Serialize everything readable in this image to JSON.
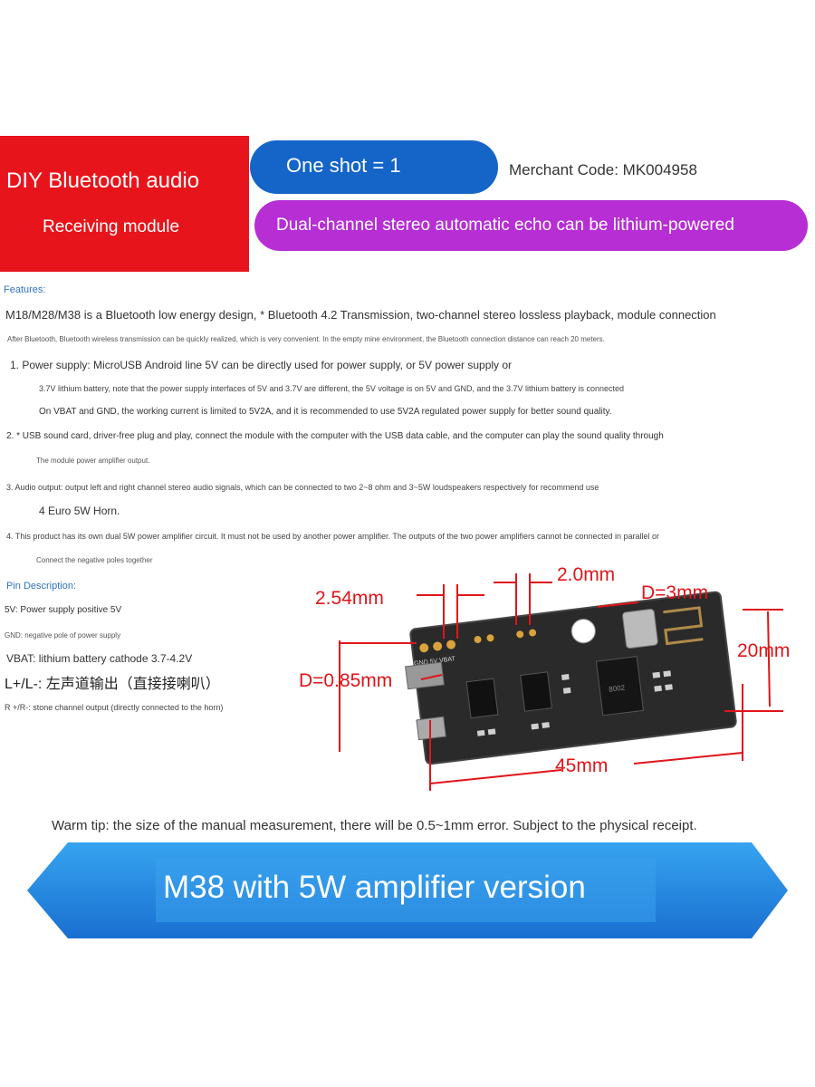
{
  "header": {
    "title": "DIY Bluetooth audio",
    "subtitle": "Receiving module",
    "shot_label": "One shot = 1",
    "merchant": "Merchant Code: MK004958",
    "tagline": "Dual-channel stereo automatic echo can be lithium-powered"
  },
  "features": {
    "heading": "Features:",
    "intro": "M18/M28/M38 is a Bluetooth low energy design, * Bluetooth 4.2 Transmission, two-channel stereo lossless playback, module connection",
    "intro2": "After Bluetooth, Bluetooth wireless transmission can be quickly realized, which is very convenient. In the empty mine environment, the Bluetooth connection distance can reach 20 meters.",
    "item1_a": "1. Power supply: MicroUSB Android line 5V can be directly used for power supply, or 5V power supply or",
    "item1_b": "3.7V lithium battery, note that the power supply interfaces of 5V and 3.7V are different, the 5V voltage is on 5V and GND, and the 3.7V lithium battery is connected",
    "item1_c": "On VBAT and GND, the working current is limited to 5V2A, and it is recommended to use 5V2A regulated power supply for better sound quality.",
    "item2_a": "2. * USB sound card, driver-free plug and play, connect the module with the computer with the USB data cable, and the computer can play the sound quality through",
    "item2_b": "The module power amplifier output.",
    "item3_a": "3. Audio output: output left and right channel stereo audio signals, which can be connected to two 2~8 ohm and 3~5W loudspeakers respectively for recommend use",
    "item3_b": "4 Euro 5W Horn.",
    "item4_a": "4. This product has its own dual 5W power amplifier circuit. It must not be used by another power amplifier. The outputs of the two power amplifiers cannot be connected in parallel or",
    "item4_b": "Connect the negative poles together"
  },
  "pins": {
    "heading": "Pin Description:",
    "p5v": "5V: Power supply positive 5V",
    "gnd": "GND: negative pole of power supply",
    "vbat": "VBAT: lithium battery cathode 3.7-4.2V",
    "lr_cn": "L+/L-: 左声道输出（直接接喇叭）",
    "rr": "R +/R-: stone channel output (directly connected to the horn)"
  },
  "dimensions": {
    "pitch": "2.54mm",
    "spacing": "2.0mm",
    "hole": "D=3mm",
    "height": "20mm",
    "pin_d": "D=0.85mm",
    "length": "45mm"
  },
  "board": {
    "chip_mark": "8002",
    "pin_labels": "GND 5V VBAT"
  },
  "warm_tip": "Warm tip: the size of the manual measurement, there will be 0.5~1mm error. Subject to the physical receipt.",
  "banner": "M38 with 5W amplifier version",
  "colors": {
    "red": "#e8141b",
    "blue": "#1565c8",
    "purple": "#b62ed4",
    "dim_red": "#e1141a",
    "banner_blue": "#1e86e0"
  }
}
